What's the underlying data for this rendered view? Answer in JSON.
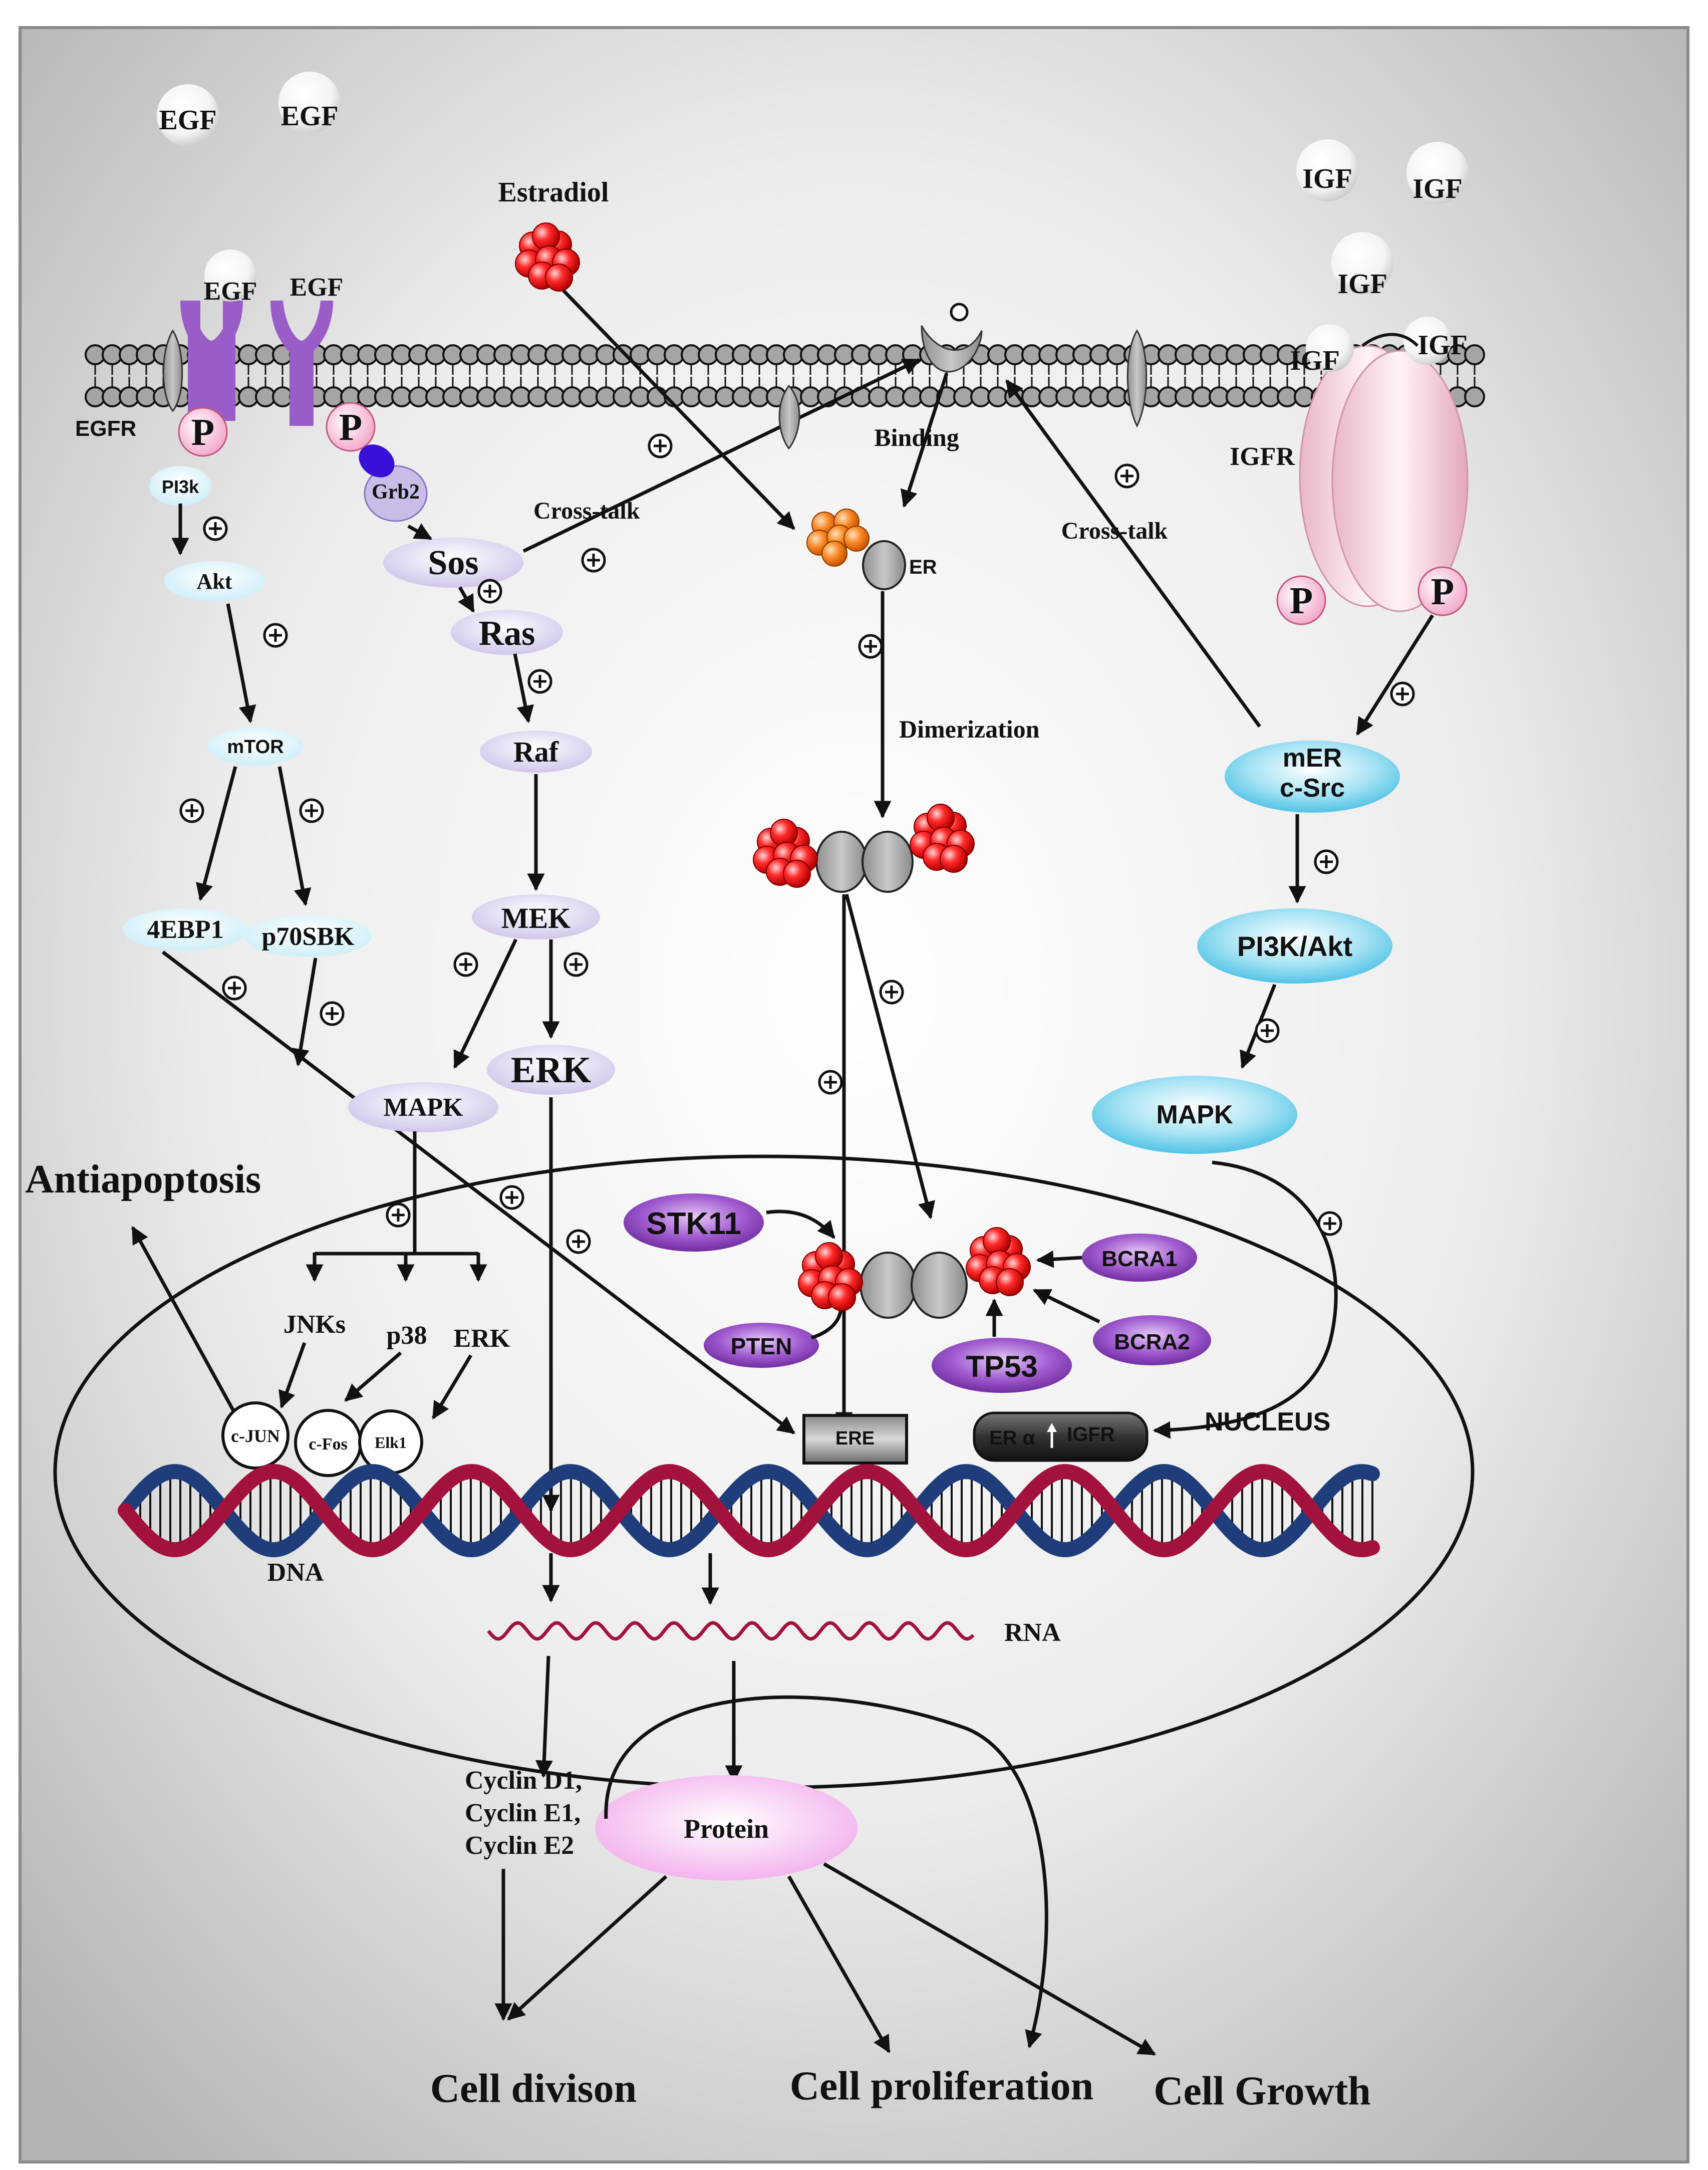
{
  "membrane": {
    "egf_free": [
      "EGF",
      "EGF"
    ],
    "egf_bound": [
      "EGF",
      "EGF"
    ],
    "egfr": "EGFR",
    "phospho": "P",
    "estradiol": "Estradiol",
    "binding": "Binding",
    "igf_free": [
      "IGF",
      "IGF",
      "IGF"
    ],
    "igf_bound": [
      "IGF",
      "IGF"
    ],
    "igfr": "IGFR"
  },
  "left_pathway": {
    "pi3k": "PI3k",
    "akt": "Akt",
    "mtor": "mTOR",
    "ebp1": "4EBP1",
    "p70": "p70SBK",
    "grb2": "Grb2",
    "sos": "Sos",
    "ras": "Ras",
    "raf": "Raf",
    "mek": "MEK",
    "mapk": "MAPK",
    "erk": "ERK",
    "cross_talk": "Cross-talk"
  },
  "center_pathway": {
    "er": "ER",
    "dimerization": "Dimerization"
  },
  "right_pathway": {
    "cross_talk": "Cross-talk",
    "mer": "mER",
    "csrc": "c-Src",
    "pi3k_akt": "PI3K/Akt",
    "mapk": "MAPK"
  },
  "nucleus": {
    "label": "NUCLEUS",
    "antiapoptosis": "Antiapoptosis",
    "jnks": "JNKs",
    "p38": "p38",
    "erk": "ERK",
    "cjun": "c-JUN",
    "cfos": "c-Fos",
    "elk1": "Elk1",
    "stk11": "STK11",
    "pten": "PTEN",
    "tp53": "TP53",
    "bcra1": "BCRA1",
    "bcra2": "BCRA2",
    "ere": "ERE",
    "er_alpha": "ER α",
    "igfr": "IGFR",
    "dna": "DNA",
    "rna": "RNA"
  },
  "outputs": {
    "cyclin_d1": "Cyclin D1,",
    "cyclin_e1": "Cyclin E1,",
    "cyclin_e2": "Cyclin E2",
    "protein": "Protein",
    "cell_division": "Cell divison",
    "cell_proliferation": "Cell proliferation",
    "cell_growth": "Cell Growth"
  },
  "colors": {
    "egfr_purple": "#9a5cc6",
    "phospho_pink": "#f2a3c8",
    "estradiol_red": "#ee1111",
    "bound_orange": "#f77e1a",
    "receptor_grey": "#a0a0a0",
    "cyan_node": "#5bc8e8",
    "violet_node": "#7a2aa8",
    "dna_red": "#a3123c",
    "dna_blue": "#1f3d7a",
    "protein_pink": "#f3a6ea"
  }
}
